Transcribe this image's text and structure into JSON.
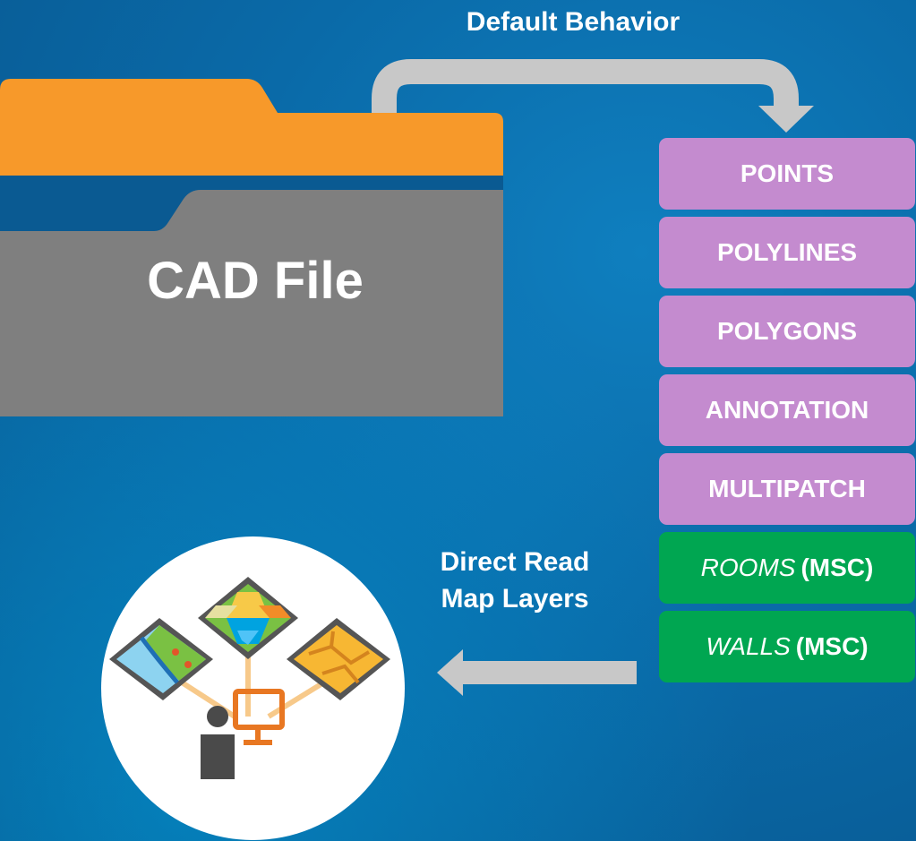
{
  "diagram": {
    "title": "Default Behavior",
    "folder_label": "CAD File",
    "direct_read_caption": [
      "Direct Read",
      "Map Layers"
    ],
    "layers": [
      {
        "label": "POINTS",
        "suffix": "",
        "style": "purple"
      },
      {
        "label": "POLYLINES",
        "suffix": "",
        "style": "purple"
      },
      {
        "label": "POLYGONS",
        "suffix": "",
        "style": "purple"
      },
      {
        "label": "ANNOTATION",
        "suffix": "",
        "style": "purple"
      },
      {
        "label": "MULTIPATCH",
        "suffix": "",
        "style": "purple"
      },
      {
        "label": "ROOMS",
        "suffix": "(MSC)",
        "style": "green"
      },
      {
        "label": "WALLS",
        "suffix": "(MSC)",
        "style": "green"
      }
    ],
    "colors": {
      "folder_back": "#f7992a",
      "folder_front": "#7f7f7f",
      "purple_box": "#c48bcf",
      "green_box": "#00a651",
      "arrow": "#c8c8c8",
      "accent_orange": "#e87722"
    },
    "icons": [
      "folder-icon",
      "map-layers-icon",
      "user-desktop-icon"
    ]
  }
}
